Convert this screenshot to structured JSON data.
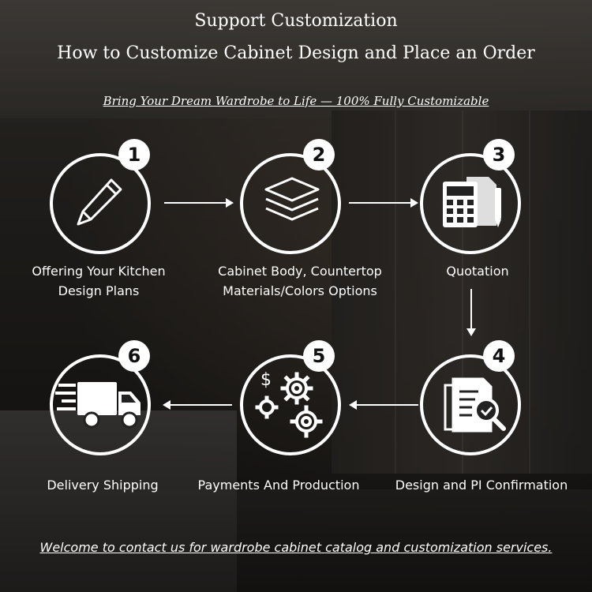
{
  "header": {
    "title_line1": "Support Customization",
    "title_line2": "How to Customize Cabinet Design and Place an Order",
    "subtitle": "Bring Your Dream Wardrobe to Life — 100% Fully Customizable"
  },
  "steps": [
    {
      "number": "1",
      "icon": "pencil-icon",
      "label_line1": "Offering Your Kitchen",
      "label_line2": "Design Plans"
    },
    {
      "number": "2",
      "icon": "layers-icon",
      "label_line1": "Cabinet Body, Countertop",
      "label_line2": "Materials/Colors Options"
    },
    {
      "number": "3",
      "icon": "calculator-icon",
      "label_line1": "Quotation",
      "label_line2": ""
    },
    {
      "number": "4",
      "icon": "document-search-icon",
      "label_line1": "Design and PI Confirmation",
      "label_line2": ""
    },
    {
      "number": "5",
      "icon": "gears-dollar-icon",
      "label_line1": "Payments And Production",
      "label_line2": ""
    },
    {
      "number": "6",
      "icon": "delivery-truck-icon",
      "label_line1": "Delivery Shipping",
      "label_line2": ""
    }
  ],
  "footer": {
    "text": "Welcome to contact us for wardrobe cabinet catalog and customization services."
  }
}
